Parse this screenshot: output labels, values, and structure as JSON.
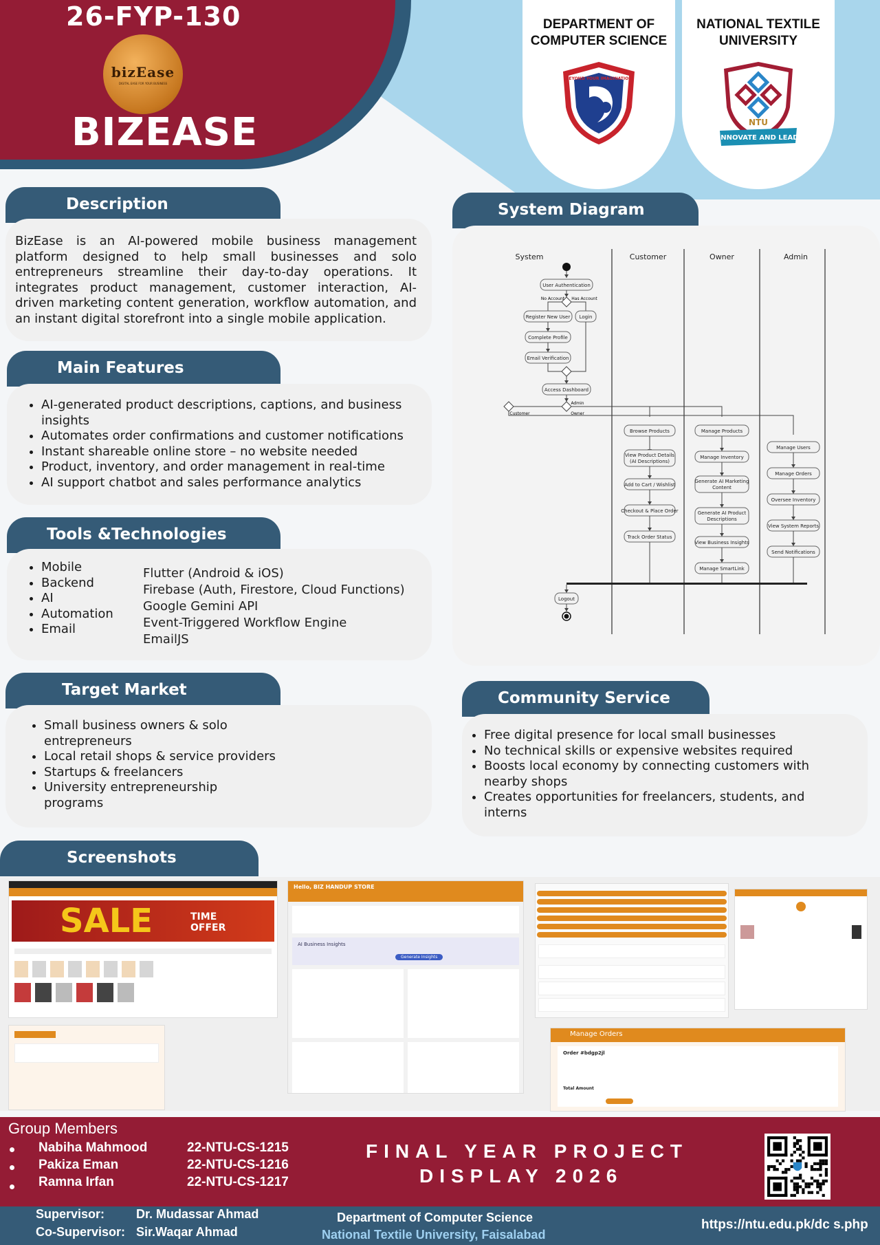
{
  "header": {
    "project_code": "26-FYP-130",
    "logo_text": "bizEase",
    "logo_tagline": "DIGITAL EASE FOR YOUR BUSINESS",
    "title": "BIZEASE"
  },
  "department": {
    "name": "DEPARTMENT OF COMPUTER SCIENCE",
    "seal_text": "BEYOND YOUR IMAGINATION"
  },
  "university": {
    "name": "NATIONAL TEXTILE UNIVERSITY",
    "seal_text": "NTU",
    "ribbon": "INNOVATE AND LEAD"
  },
  "description": {
    "heading": "Description",
    "text": "BizEase is an AI-powered mobile business management platform designed to help small businesses and solo entrepreneurs streamline their day-to-day operations. It integrates product management, customer interaction, AI-driven marketing content generation, workflow automation, and an instant digital storefront into a single mobile application."
  },
  "features": {
    "heading": "Main Features",
    "items": [
      "AI-generated product descriptions, captions, and business insights",
      "Automates order confirmations and customer notifications",
      "Instant shareable online store – no website needed",
      "Product, inventory, and order management in real-time",
      "AI support chatbot and sales performance analytics"
    ]
  },
  "tools": {
    "heading": "Tools &Technologies",
    "labels": [
      "Mobile",
      "Backend",
      "AI",
      "Automation",
      "Email"
    ],
    "values": [
      "Flutter (Android & iOS)",
      "Firebase (Auth, Firestore, Cloud Functions)",
      "Google Gemini API",
      "Event-Triggered Workflow Engine",
      "EmailJS"
    ]
  },
  "target": {
    "heading": "Target Market",
    "items": [
      "Small business owners & solo entrepreneurs",
      "Local retail shops & service providers",
      "Startups & freelancers",
      "University entrepreneurship programs"
    ]
  },
  "diagram": {
    "heading": "System Diagram",
    "lanes": [
      "System",
      "Customer",
      "Owner",
      "Admin"
    ],
    "system_nodes": [
      "User Authentication",
      "Register New User",
      "Login",
      "Complete Profile",
      "Email Verification",
      "Access Dashboard",
      "Logout"
    ],
    "branch_labels": [
      "No Account",
      "Has Account",
      "Admin",
      "Customer",
      "Owner"
    ],
    "customer_nodes": [
      "Browse Products",
      "View Product Details (AI Descriptions)",
      "Add to Cart / Wishlist",
      "Checkout & Place Order",
      "Track Order Status"
    ],
    "owner_nodes": [
      "Manage Products",
      "Manage Inventory",
      "Generate AI Marketing Content",
      "Generate AI Product Descriptions",
      "View Business Insights",
      "Manage SmartLink"
    ],
    "admin_nodes": [
      "Manage Users",
      "Manage Orders",
      "Oversee Inventory",
      "View System Reports",
      "Send Notifications"
    ]
  },
  "community": {
    "heading": "Community Service",
    "items": [
      "Free digital presence for local small businesses",
      "No technical skills or expensive websites required",
      "Boosts local economy by connecting customers with nearby shops",
      "Creates opportunities for freelancers, students, and interns"
    ]
  },
  "screenshots": {
    "heading": "Screenshots",
    "sale_banner": "SALE",
    "sale_offer": "TIME OFFER",
    "store_header": "Hello, BIZ HANDUP STORE",
    "insights_label": "AI Business Insights",
    "generate_button": "Generate Insights",
    "manage_orders_title": "Manage Orders",
    "order_id": "Order #bdgp2jl",
    "total_label": "Total Amount"
  },
  "footer": {
    "group_title": "Group Members",
    "members": [
      {
        "name": "Nabiha Mahmood",
        "id": "22-NTU-CS-1215"
      },
      {
        "name": "Pakiza Eman",
        "id": "22-NTU-CS-1216"
      },
      {
        "name": "Ramna Irfan",
        "id": "22-NTU-CS-1217"
      }
    ],
    "fyp_line1": "FINAL YEAR PROJECT",
    "fyp_line2": "DISPLAY 2026",
    "supervisor_label": "Supervisor:",
    "supervisor": "Dr. Mudassar Ahmad",
    "cosupervisor_label": "Co-Supervisor:",
    "cosupervisor": "Sir.Waqar Ahmad",
    "dept": "Department of Computer Science",
    "univ": "National Textile University, Faisalabad",
    "url": "https://ntu.edu.pk/dc s.php"
  },
  "colors": {
    "maroon": "#941c35",
    "navy": "#355b77",
    "sky": "#a9d6ec",
    "orange": "#e08a1e"
  }
}
